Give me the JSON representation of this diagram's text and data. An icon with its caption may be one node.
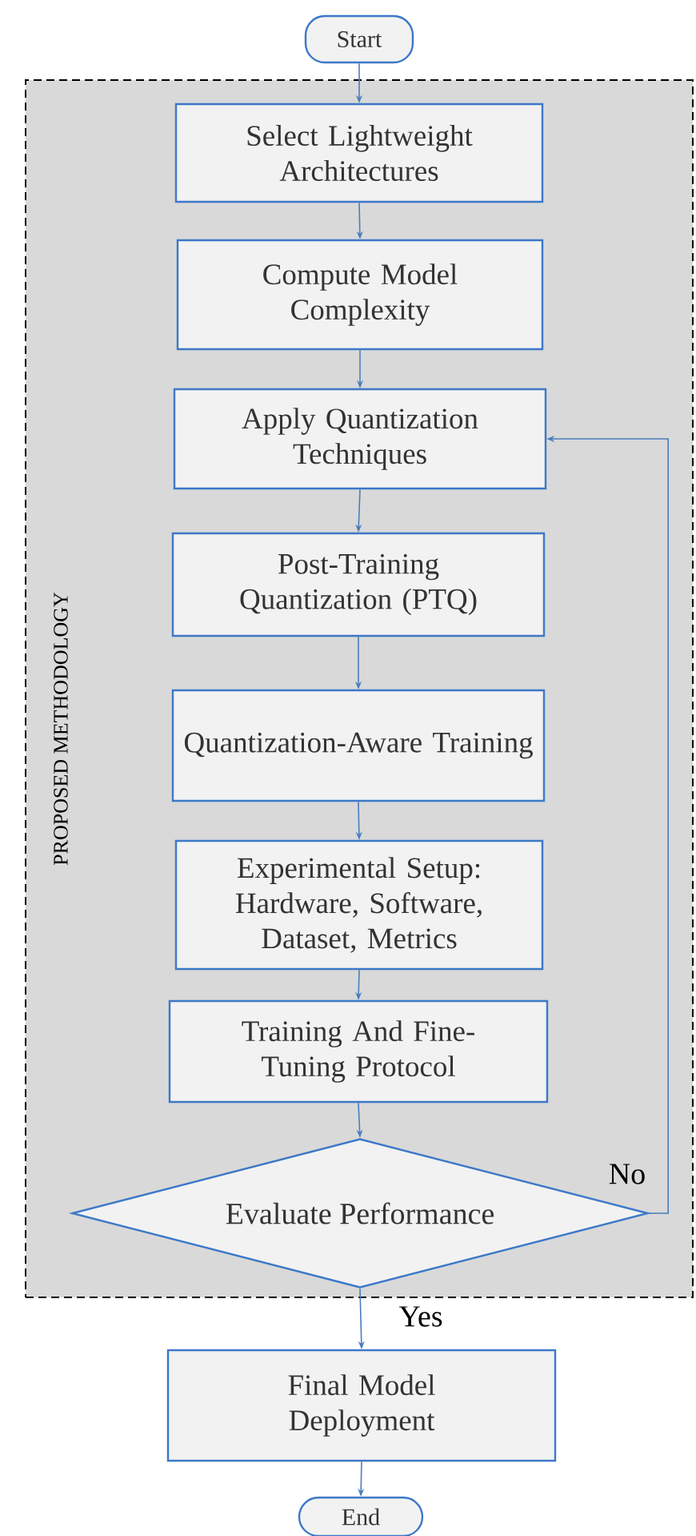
{
  "diagram": {
    "nodes": [
      {
        "text": [
          "Start"
        ]
      },
      {
        "text": [
          "PROPOSED METHODOLOGY"
        ]
      },
      {
        "text": [
          "Select Lightweight Architectures"
        ],
        "in": 1
      },
      {
        "text": [
          "Compute Model Complexity"
        ],
        "in": 1
      },
      {
        "text": [
          "Apply Quantization Techniques"
        ],
        "in": 1
      },
      {
        "text": [
          "Post-Training Quantization (PTQ)"
        ],
        "in": 1
      },
      {
        "text": [
          "Quantization-Aware Training"
        ],
        "in": 1
      },
      {
        "text": [
          "Experimental Setup: Hardware, Software, Dataset, Metrics"
        ],
        "in": 1
      },
      {
        "text": [
          "Training And Fine-Tuning Protocol"
        ],
        "in": 1
      },
      {
        "text": [
          "Evaluate Performance"
        ],
        "in": 1
      },
      {
        "text": [
          "Final Model Deployment"
        ]
      },
      {
        "text": [
          "End"
        ]
      }
    ],
    "edges": [
      {
        "from": 0,
        "to": 2,
        "arrow": "to"
      },
      {
        "from": 2,
        "to": 3,
        "arrow": "to"
      },
      {
        "from": 3,
        "to": 4,
        "arrow": "to"
      },
      {
        "from": 4,
        "to": 5,
        "arrow": "to"
      },
      {
        "from": 5,
        "to": 6,
        "arrow": "to"
      },
      {
        "from": 6,
        "to": 7,
        "arrow": "to"
      },
      {
        "from": 7,
        "to": 8,
        "arrow": "to"
      },
      {
        "from": 8,
        "to": 9,
        "arrow": "to"
      },
      {
        "from": 9,
        "to": 4,
        "arrow": "to",
        "label": "No"
      },
      {
        "from": 9,
        "to": 10,
        "arrow": "to",
        "label": "Yes"
      },
      {
        "from": 10,
        "to": 11,
        "arrow": "to"
      }
    ]
  }
}
